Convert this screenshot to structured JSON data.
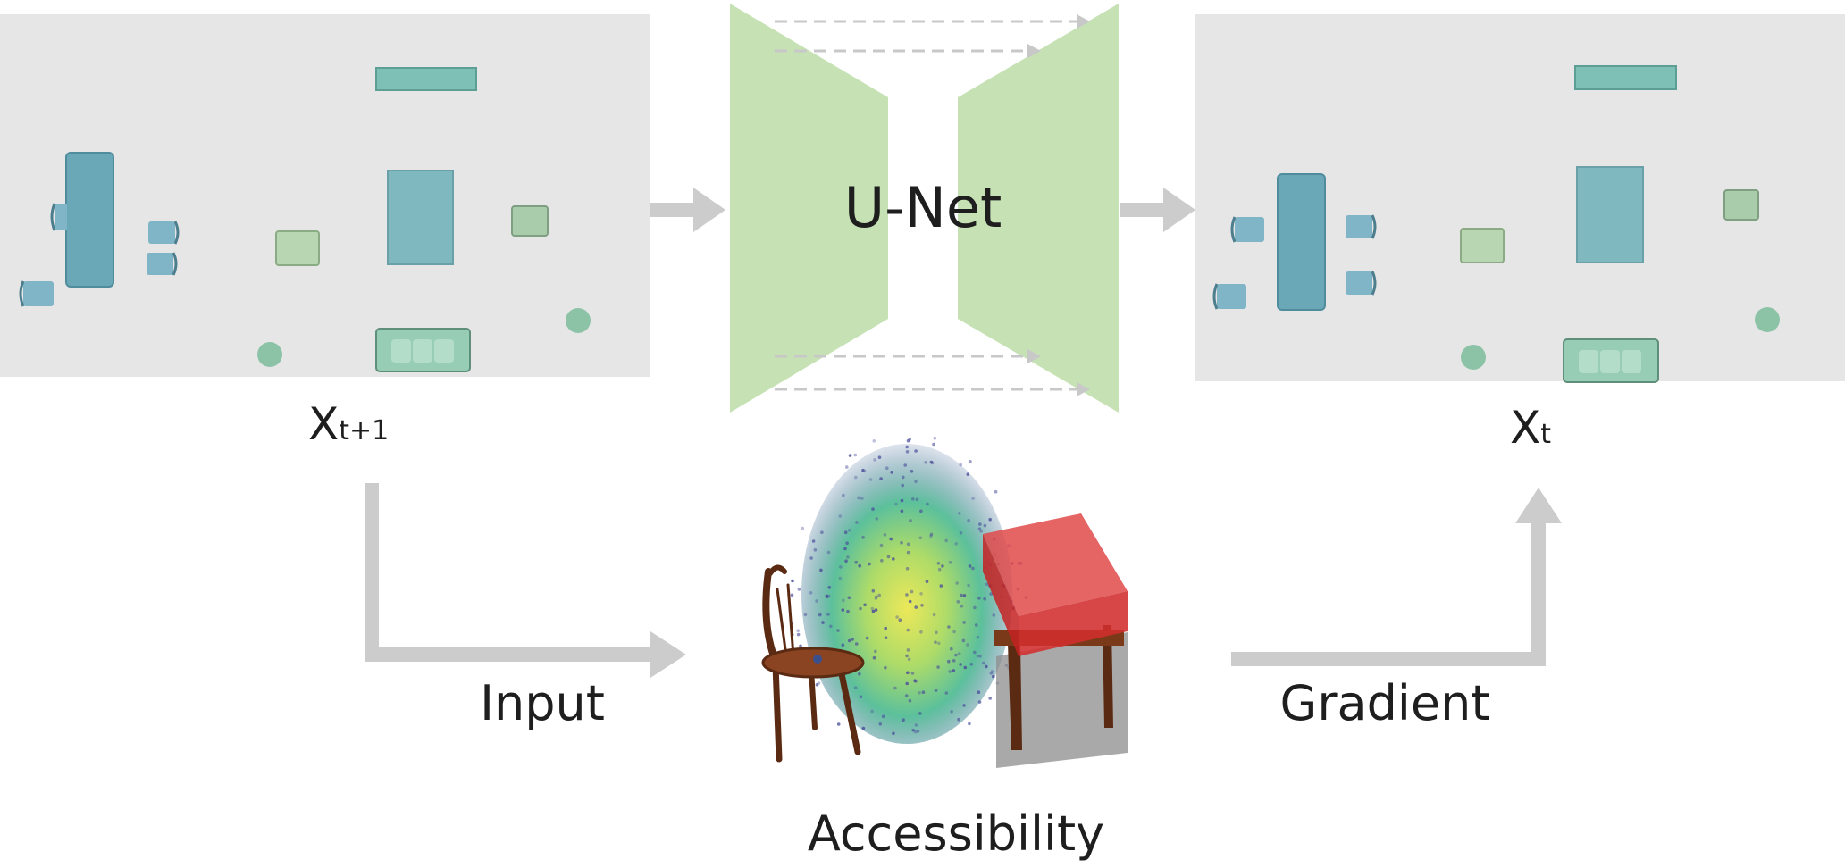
{
  "diagram": {
    "network_label": "U-Net",
    "input_scene": {
      "symbol": "X",
      "subscript": "t+1"
    },
    "output_scene": {
      "symbol": "X",
      "subscript": "t"
    },
    "input_edge_label": "Input",
    "gradient_edge_label": "Gradient",
    "guidance_label": "Accessibility"
  },
  "colors": {
    "scene_background": "#e6e6e6",
    "unet_block": "#c6e2b5",
    "arrow": "#cccccc",
    "skip_connection": "#c8c8c8",
    "table_blue": "#6aa8b8",
    "chair_blue": "#7fb5c6",
    "cabinet_teal": "#7fc0b6",
    "sofa_green": "#98cdb5",
    "armchair_green": "#b9d6b2",
    "plant_green": "#8cc3a7",
    "accessibility_box": "#d42d2d",
    "wood": "#7a3a1a"
  }
}
